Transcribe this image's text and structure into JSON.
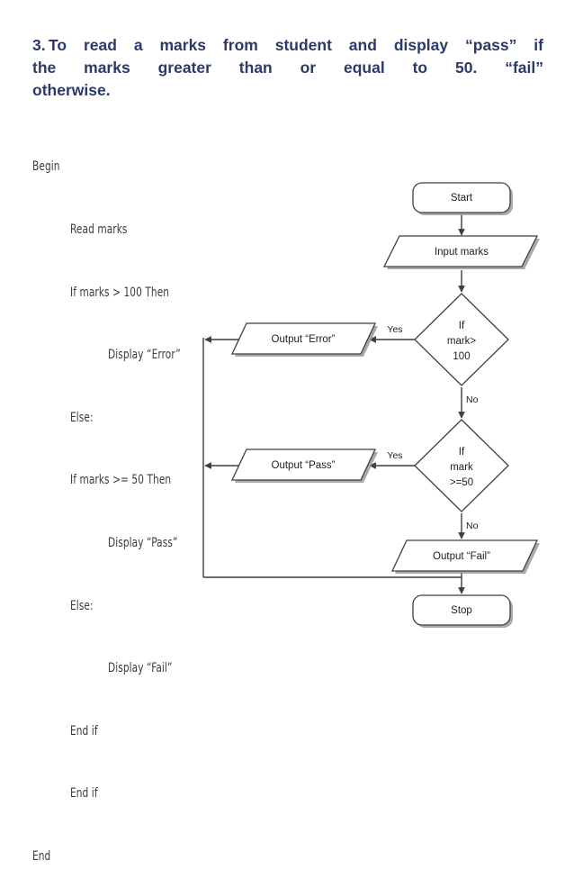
{
  "title": {
    "number": "3.",
    "lines": [
      "To read a marks from student and display “pass” if",
      "the marks greater than or equal to 50.    “fail”",
      "otherwise."
    ],
    "color": "#2b3a6b"
  },
  "pseudocode": {
    "lines": [
      {
        "indent": 0,
        "text": "Begin"
      },
      {
        "indent": 1,
        "text": "Read marks"
      },
      {
        "indent": 1,
        "text": "If marks > 100 Then"
      },
      {
        "indent": 2,
        "text": "Display “Error”"
      },
      {
        "indent": 1,
        "text": "Else:"
      },
      {
        "indent": 1,
        "text": "If marks >= 50 Then"
      },
      {
        "indent": 2,
        "text": "Display “Pass”"
      },
      {
        "indent": 1,
        "text": "Else:"
      },
      {
        "indent": 2,
        "text": "Display “Fail”"
      },
      {
        "indent": 1,
        "text": "End if"
      },
      {
        "indent": 1,
        "text": "End if"
      },
      {
        "indent": 0,
        "text": "End"
      }
    ]
  },
  "flowchart": {
    "nodes": {
      "start": {
        "label": "Start",
        "shape": "terminator"
      },
      "input_marks": {
        "label": "Input marks",
        "shape": "parallelogram"
      },
      "decision_1": {
        "shape": "diamond",
        "lines": [
          "If",
          "mark>",
          "100"
        ]
      },
      "decision_2": {
        "shape": "diamond",
        "lines": [
          "If",
          "mark",
          ">=50"
        ]
      },
      "output_error": {
        "label": "Output “Error”",
        "shape": "parallelogram"
      },
      "output_pass": {
        "label": "Output “Pass”",
        "shape": "parallelogram"
      },
      "output_fail": {
        "label": "Output “Fail”",
        "shape": "parallelogram"
      },
      "stop": {
        "label": "Stop",
        "shape": "terminator"
      }
    },
    "edge_labels": {
      "d1_yes": "Yes",
      "d1_no": "No",
      "d2_yes": "Yes",
      "d2_no": "No"
    },
    "colors": {
      "stroke": "#3f3f3f",
      "shadow": "#9a9a9a",
      "fill": "#ffffff",
      "text": "#1d1d1d"
    }
  }
}
